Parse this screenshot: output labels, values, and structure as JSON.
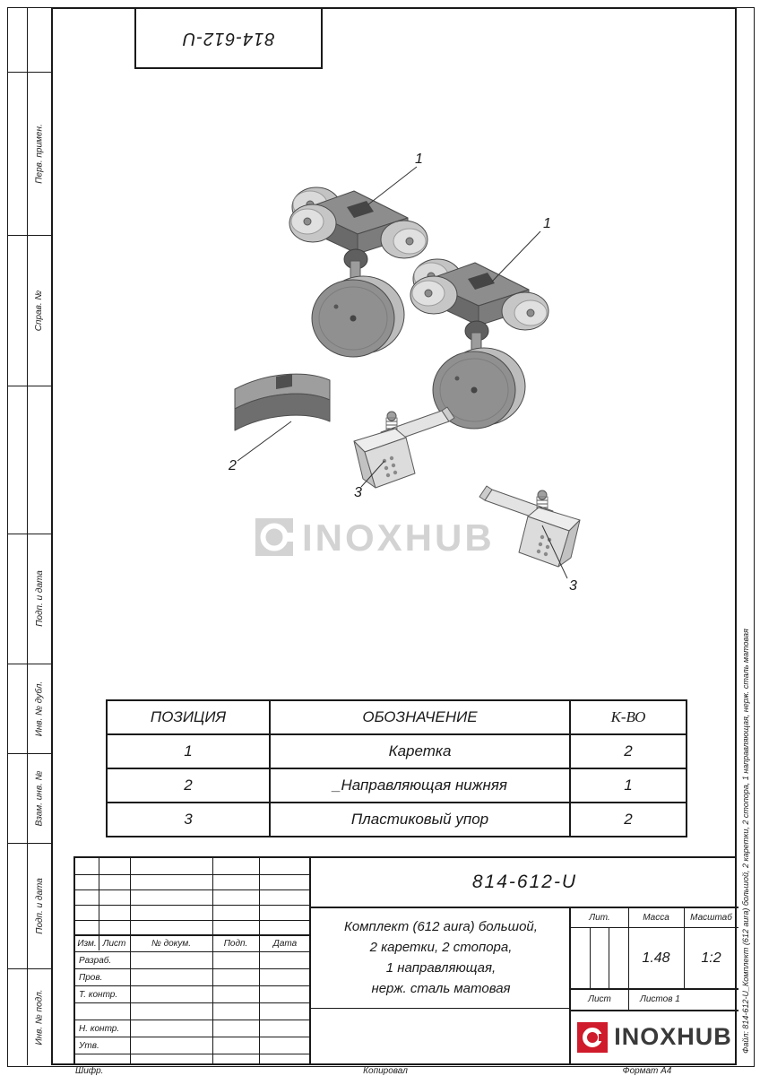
{
  "sheet": {
    "top_stamp": "814-612-U",
    "left_strip_labels": [
      "Перв. примен.",
      "Справ. №",
      "Подп. и дата",
      "Инв. № дубл.",
      "Взам. инв. №",
      "Подп. и дата",
      "Инв. № подл."
    ],
    "right_strip_file": "Файл: 814-612-U_Комплект (612 aura) большой, 2 каретки, 2 стопора, 1 направляющая, нерж. сталь матовая",
    "footer": {
      "cipher": "Шифр.",
      "copied": "Копировал",
      "format": "Формат А4"
    }
  },
  "drawing": {
    "callouts": {
      "c1a": "1",
      "c1b": "1",
      "c2": "2",
      "c3a": "3",
      "c3b": "3"
    },
    "watermark_text": "INOXHUB"
  },
  "parts_table": {
    "headers": {
      "position": "ПОЗИЦИЯ",
      "designation": "ОБОЗНАЧЕНИЕ",
      "qty": "К-ВО"
    },
    "rows": [
      {
        "position": "1",
        "designation": "Каретка",
        "qty": "2"
      },
      {
        "position": "2",
        "designation": "_Направляющая нижняя",
        "qty": "1"
      },
      {
        "position": "3",
        "designation": "Пластиковый упор",
        "qty": "2"
      }
    ]
  },
  "title_block": {
    "doc_number": "814-612-U",
    "description_line1": "Комплект (612 aura) большой,",
    "description_line2": "2 каретки, 2 стопора,",
    "description_line3": "1 направляющая,",
    "description_line4": "нерж. сталь матовая",
    "col_izm": "Изм.",
    "col_list": "Лист",
    "col_doc": "№ докум.",
    "col_podp": "Подп.",
    "col_data": "Дата",
    "row_razrab": "Разраб.",
    "row_prov": "Пров.",
    "row_tkontr": "Т. контр.",
    "row_nkontr": "Н. контр.",
    "row_utv": "Утв.",
    "lit_label": "Лит.",
    "mass_label": "Масса",
    "scale_label": "Масштаб",
    "mass_value": "1.48",
    "scale_value": "1:2",
    "sheet_label": "Лист",
    "sheets_label": "Листов 1",
    "brand": "INOXHUB",
    "brand_color": "#cf1b2b"
  }
}
